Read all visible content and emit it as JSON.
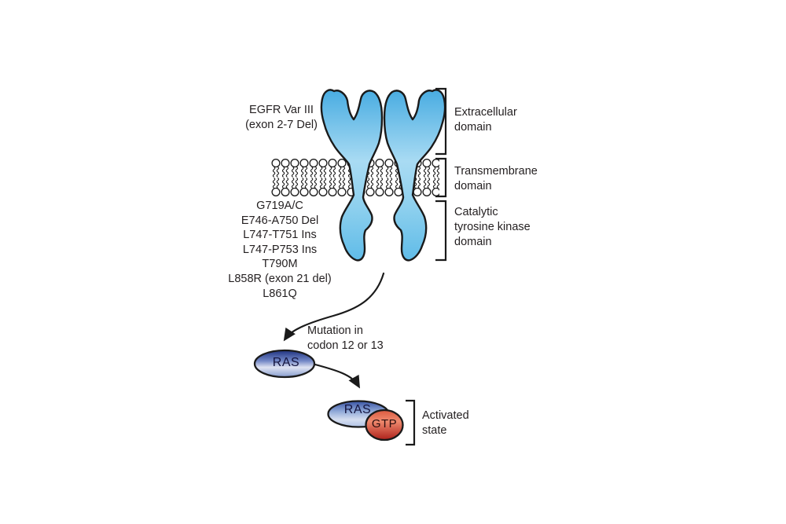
{
  "labels": {
    "egfr_variant": "EGFR Var III\n(exon 2-7 Del)",
    "mutation_note": "Mutation in\ncodon 12 or 13",
    "activated_state": "Activated\nstate"
  },
  "mutations": [
    "G719A/C",
    "E746-A750 Del",
    "L747-T751 Ins",
    "L747-P753 Ins",
    "T790M",
    "L858R (exon 21 del)",
    "L861Q"
  ],
  "domains": [
    {
      "id": "extracellular",
      "label": "Extracellular\ndomain"
    },
    {
      "id": "transmembrane",
      "label": "Transmembrane\ndomain"
    },
    {
      "id": "catalytic",
      "label": "Catalytic\ntyrosine kinase\ndomain"
    }
  ],
  "molecules": {
    "ras_inactive": "RAS",
    "ras_active": "RAS",
    "gtp": "GTP"
  },
  "colors": {
    "outline": "#1a1a1a",
    "text": "#231f20",
    "receptor_top": "#46abe1",
    "receptor_light": "#a9dbf3",
    "receptor_mid": "#8ed0ee",
    "receptor_bottom": "#5ebbe8",
    "ras_dark": "#1f3280",
    "ras_mid": "#7287c5",
    "ras_light": "#dfe3f2",
    "ras_edge": "#7e96cb",
    "ras_active_dark": "#3a55a5",
    "ras_active_mid": "#93abd9",
    "ras_active_light": "#d6def0",
    "ras_active_edge": "#a9bee3",
    "gtp_top": "#da5a40",
    "gtp_light": "#ef8a6e",
    "gtp_dark": "#b0251e"
  }
}
